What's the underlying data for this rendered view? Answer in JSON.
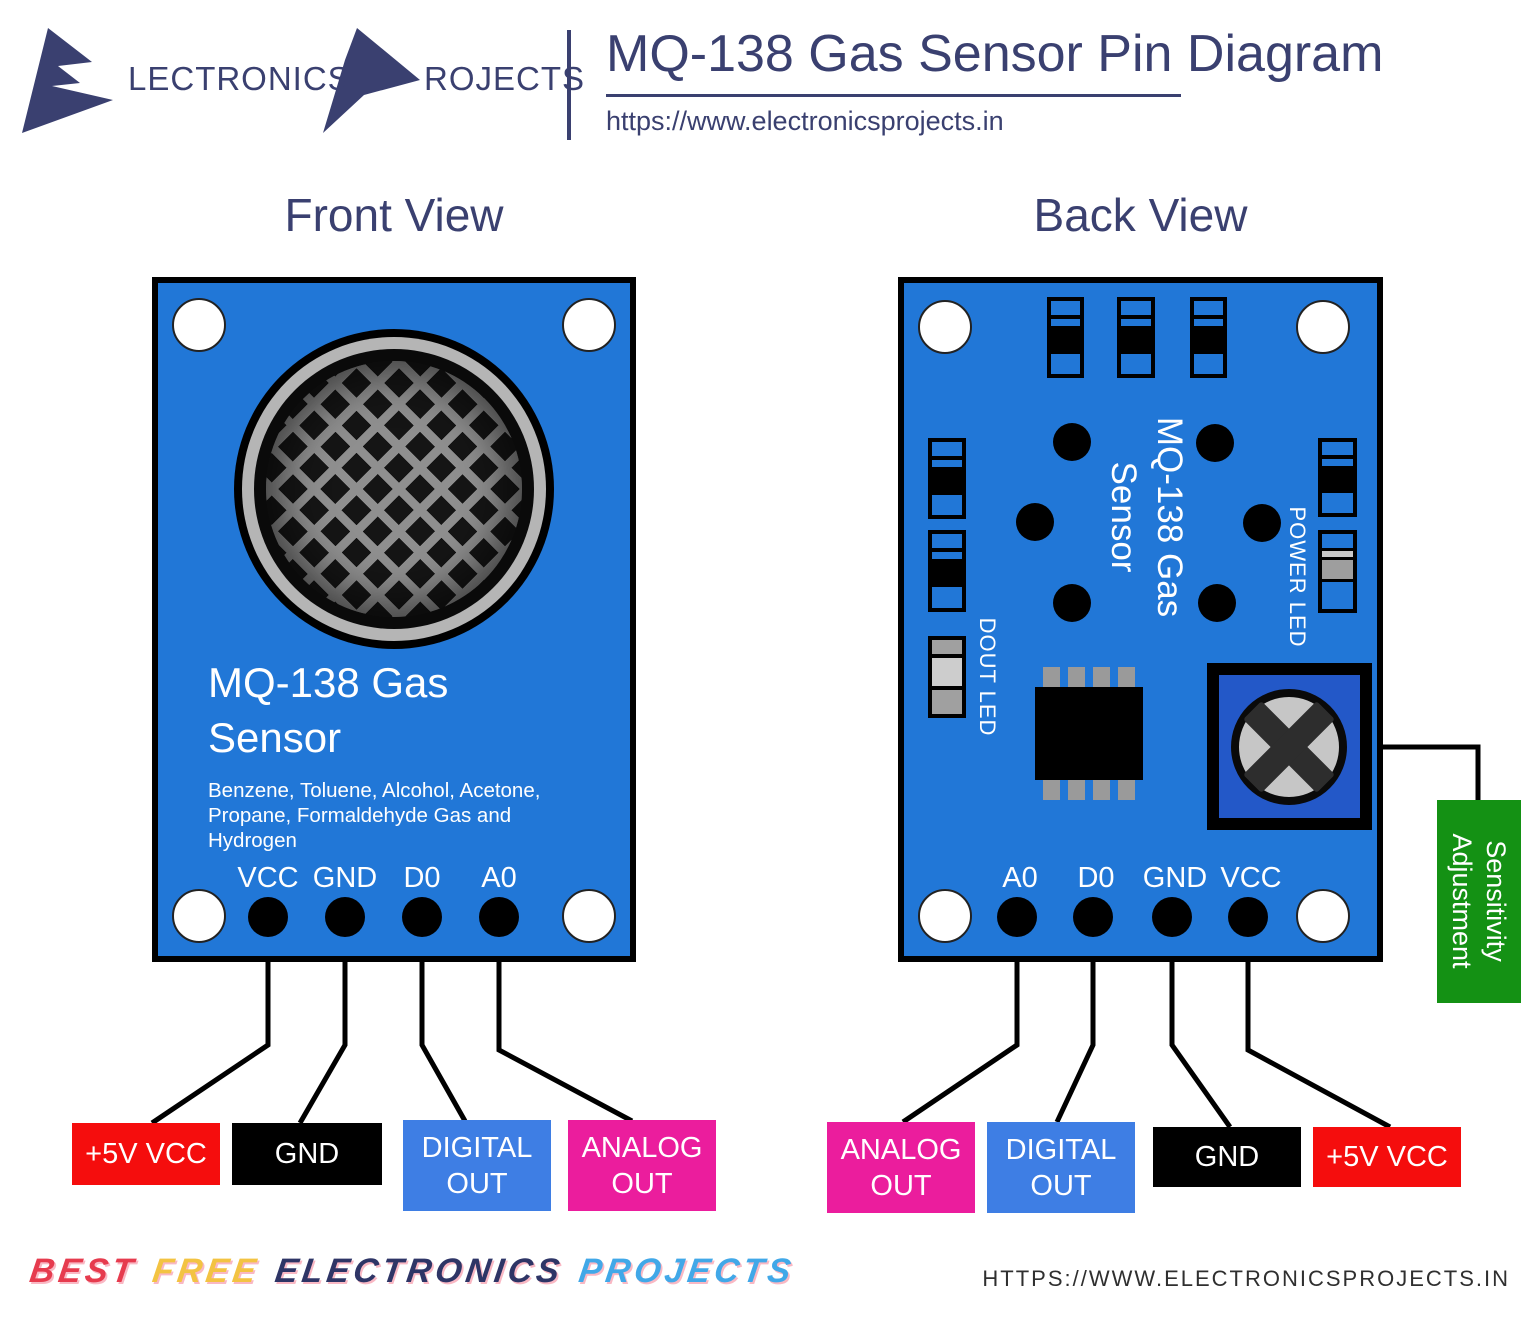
{
  "colors": {
    "board_blue": "#2177d7",
    "potentiometer_blue": "#2358c8",
    "heading_navy": "#3a4070",
    "label_red": "#f50d0d",
    "label_black": "#000000",
    "label_blue": "#3e7ee4",
    "label_magenta": "#eb1d9d",
    "sensitivity_green": "#149114"
  },
  "header": {
    "logo_electronics": "LECTRONICS",
    "logo_projects": "ROJECTS",
    "title": "MQ-138 Gas Sensor Pin Diagram",
    "url": "https://www.electronicsprojects.in"
  },
  "front_view": {
    "heading": "Front View",
    "board_title": "MQ-138 Gas Sensor",
    "gases": "Benzene, Toluene, Alcohol, Acetone, Propane, Formaldehyde Gas and Hydrogen",
    "pins": [
      "VCC",
      "GND",
      "D0",
      "A0"
    ],
    "connections": [
      "+5V VCC",
      "GND",
      "DIGITAL OUT",
      "ANALOG OUT"
    ]
  },
  "back_view": {
    "heading": "Back View",
    "board_title": "MQ-138 Gas Sensor",
    "power_led_label": "POWER LED",
    "dout_led_label": "DOUT LED",
    "sensitivity_label": "Sensitivity Adjustment",
    "pins": [
      "A0",
      "D0",
      "GND",
      "VCC"
    ],
    "connections": [
      "ANALOG OUT",
      "DIGITAL OUT",
      "GND",
      "+5V VCC"
    ]
  },
  "footer": {
    "tagline_words": [
      "BEST",
      "FREE",
      "ELECTRONICS",
      "PROJECTS"
    ],
    "url": "HTTPS://WWW.ELECTRONICSPROJECTS.IN"
  }
}
